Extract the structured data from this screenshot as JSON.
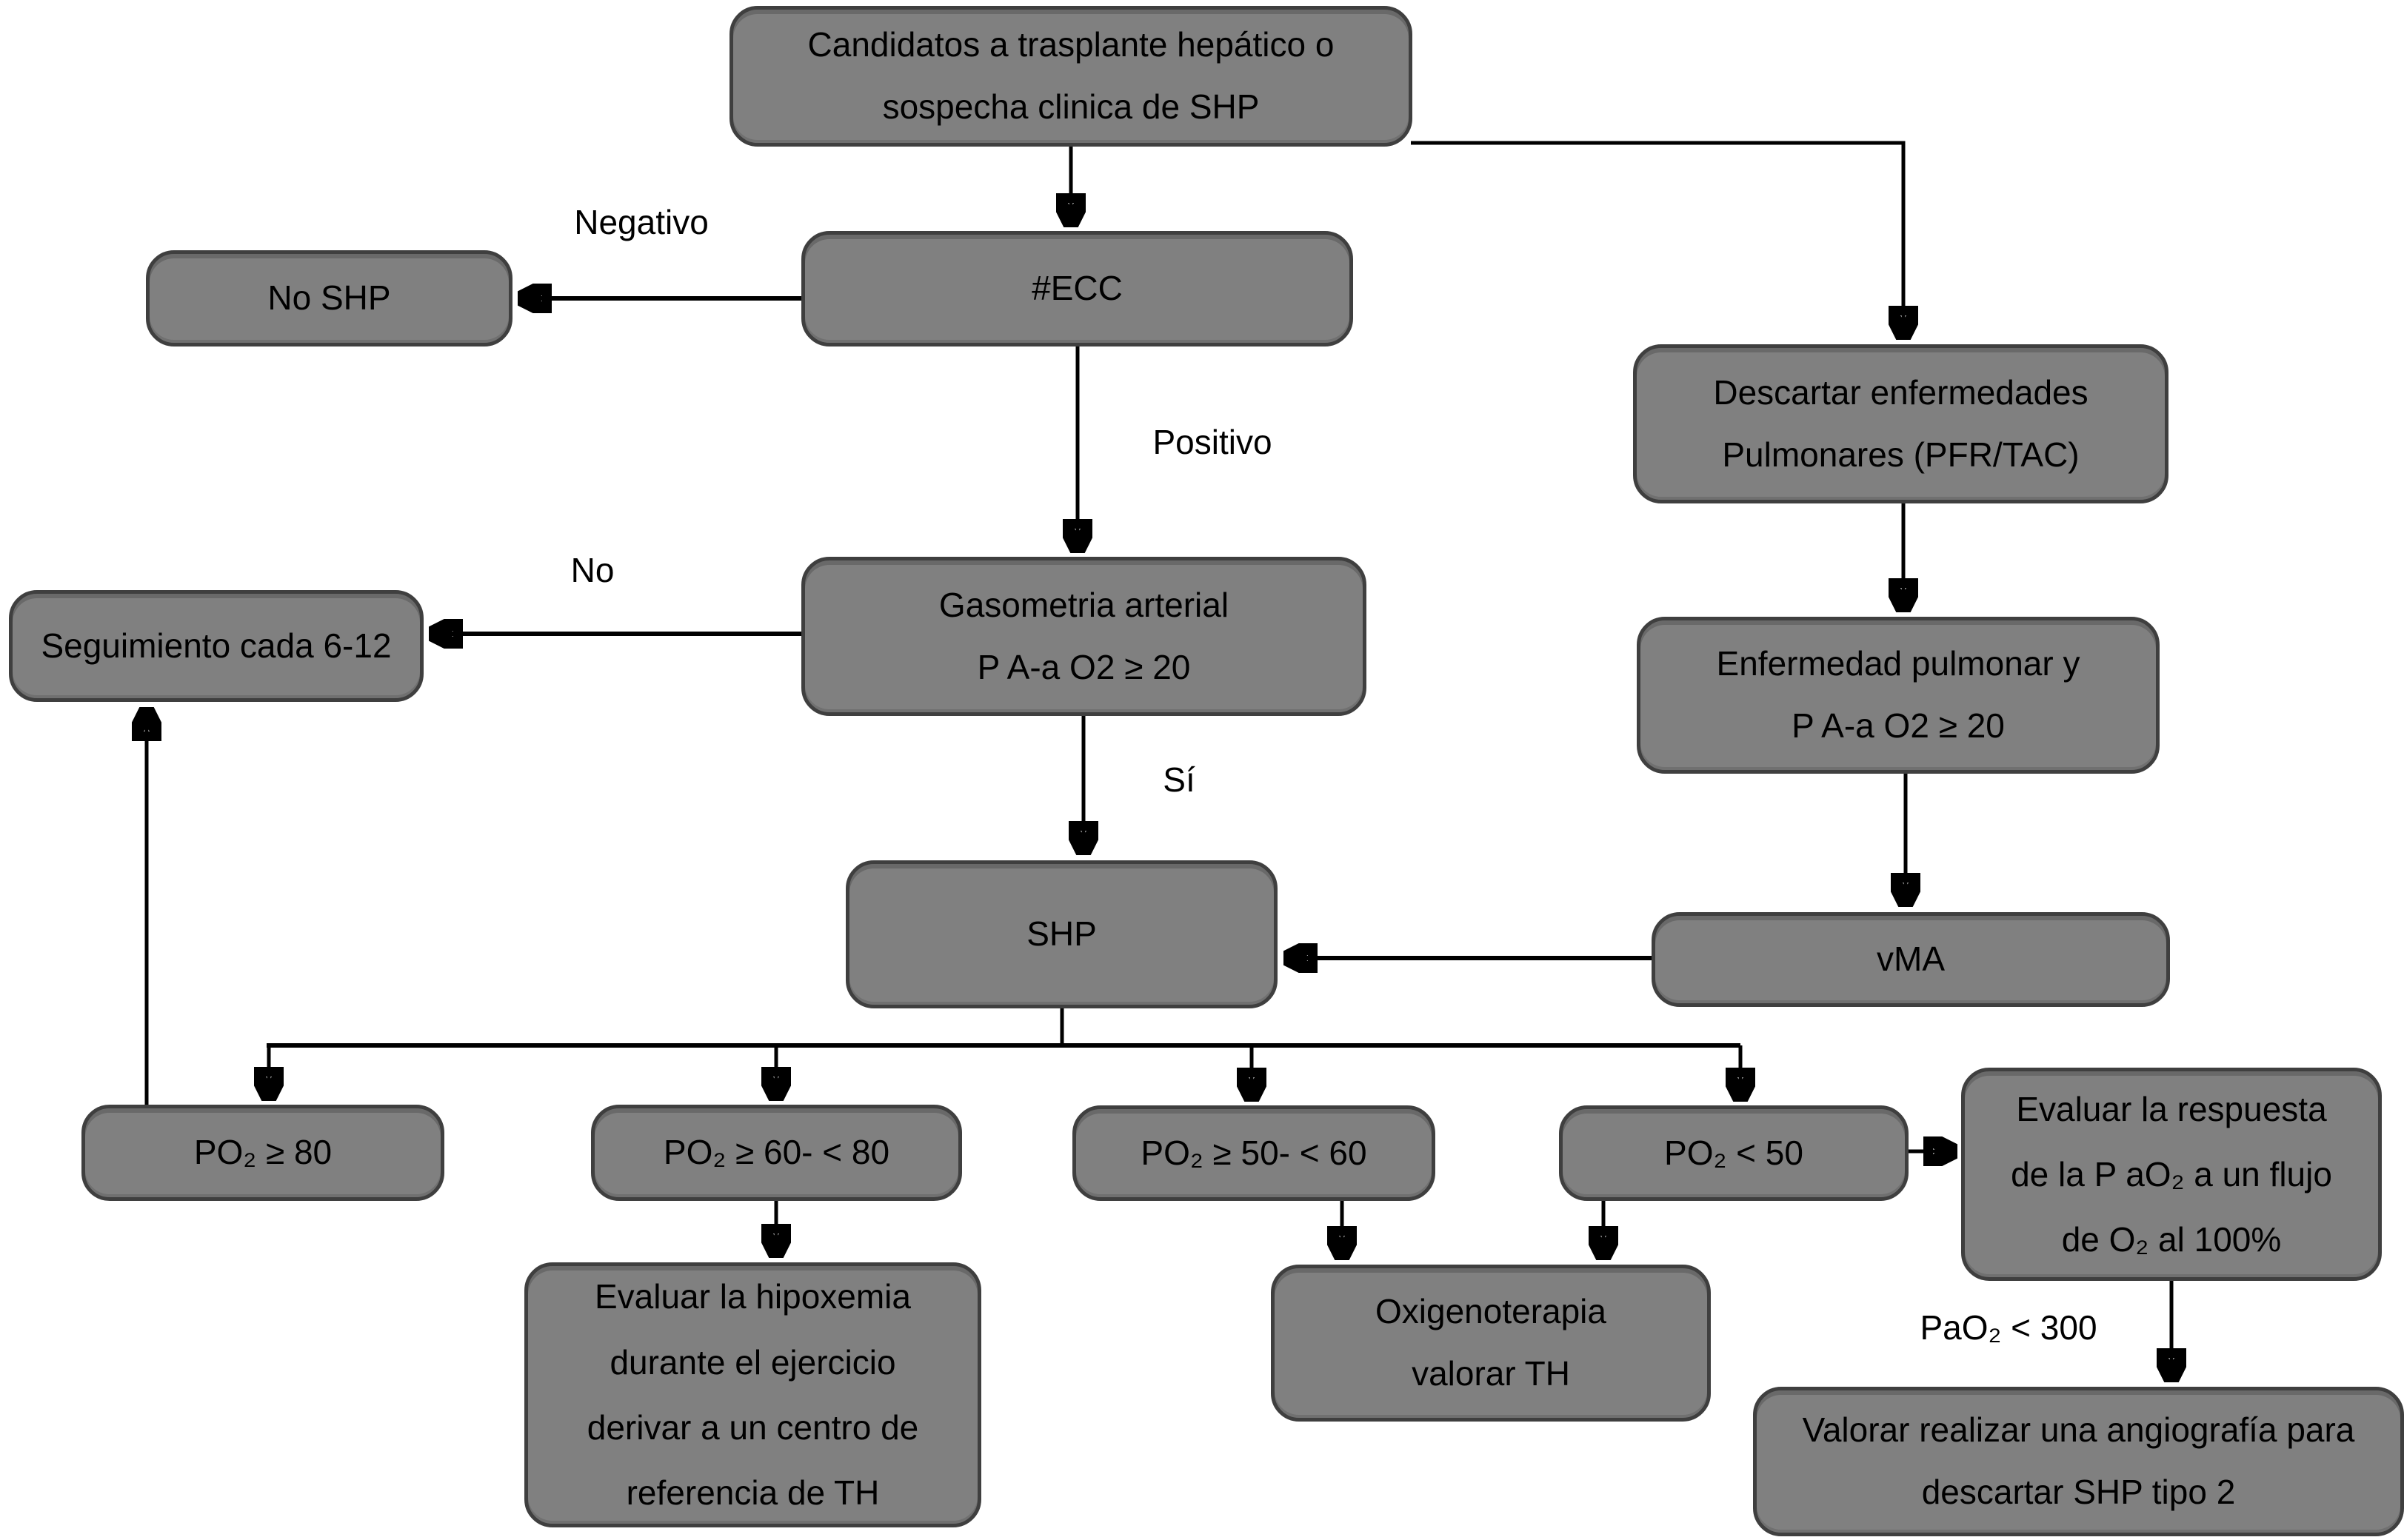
{
  "diagram": {
    "description": "Flowchart: screening algorithm for SHP (hepatopulmonary syndrome) in liver transplant candidates",
    "colors": {
      "background": "#ffffff",
      "box_fill": "#808080",
      "box_border": "#3f3f3f",
      "line": "#000000",
      "text": "#000000"
    }
  },
  "boxes": [
    {
      "id": "candidatos",
      "lines": [
        "Candidatos a trasplante hepático o",
        "sospecha clinica de SHP"
      ]
    },
    {
      "id": "ecc",
      "lines": [
        "#ECC"
      ]
    },
    {
      "id": "no-shp",
      "lines": [
        "No SHP"
      ]
    },
    {
      "id": "gasometria",
      "lines": [
        "Gasometria arterial",
        "P A-a O2 ≥ 20"
      ]
    },
    {
      "id": "seguimiento",
      "lines": [
        "Seguimiento cada 6-12"
      ]
    },
    {
      "id": "shp",
      "lines": [
        "SHP"
      ]
    },
    {
      "id": "descartar",
      "lines": [
        "Descartar enfermedades",
        "Pulmonares (PFR/TAC)"
      ]
    },
    {
      "id": "enfermedad",
      "lines": [
        "Enfermedad pulmonar y",
        "P A-a O2 ≥ 20"
      ]
    },
    {
      "id": "vma",
      "lines": [
        "vMA"
      ]
    },
    {
      "id": "po2-ge-80",
      "lines": [
        "PO₂ ≥ 80"
      ]
    },
    {
      "id": "po2-60-80",
      "lines": [
        "PO₂ ≥ 60- < 80"
      ]
    },
    {
      "id": "po2-50-60",
      "lines": [
        "PO₂ ≥ 50- < 60"
      ]
    },
    {
      "id": "po2-lt-50",
      "lines": [
        "PO₂ < 50"
      ]
    },
    {
      "id": "evaluar-respuesta",
      "lines": [
        "Evaluar la respuesta",
        "de la P aO₂ a un flujo",
        "de O₂ al 100%"
      ]
    },
    {
      "id": "evaluar-hipoxemia",
      "lines": [
        "Evaluar la hipoxemia",
        "durante el ejercicio",
        "derivar a un centro de",
        "referencia de TH"
      ]
    },
    {
      "id": "oxigenoterapia",
      "lines": [
        "Oxigenoterapia",
        "valorar TH"
      ]
    },
    {
      "id": "valorar",
      "lines": [
        "Valorar realizar una angiografía para",
        "descartar SHP tipo 2"
      ]
    }
  ],
  "edge_labels": [
    {
      "id": "negativo",
      "text": "Negativo"
    },
    {
      "id": "positivo",
      "text": "Positivo"
    },
    {
      "id": "no",
      "text": "No"
    },
    {
      "id": "si",
      "text": "Sí"
    },
    {
      "id": "pao2-300",
      "text": "PaO₂ < 300"
    }
  ]
}
